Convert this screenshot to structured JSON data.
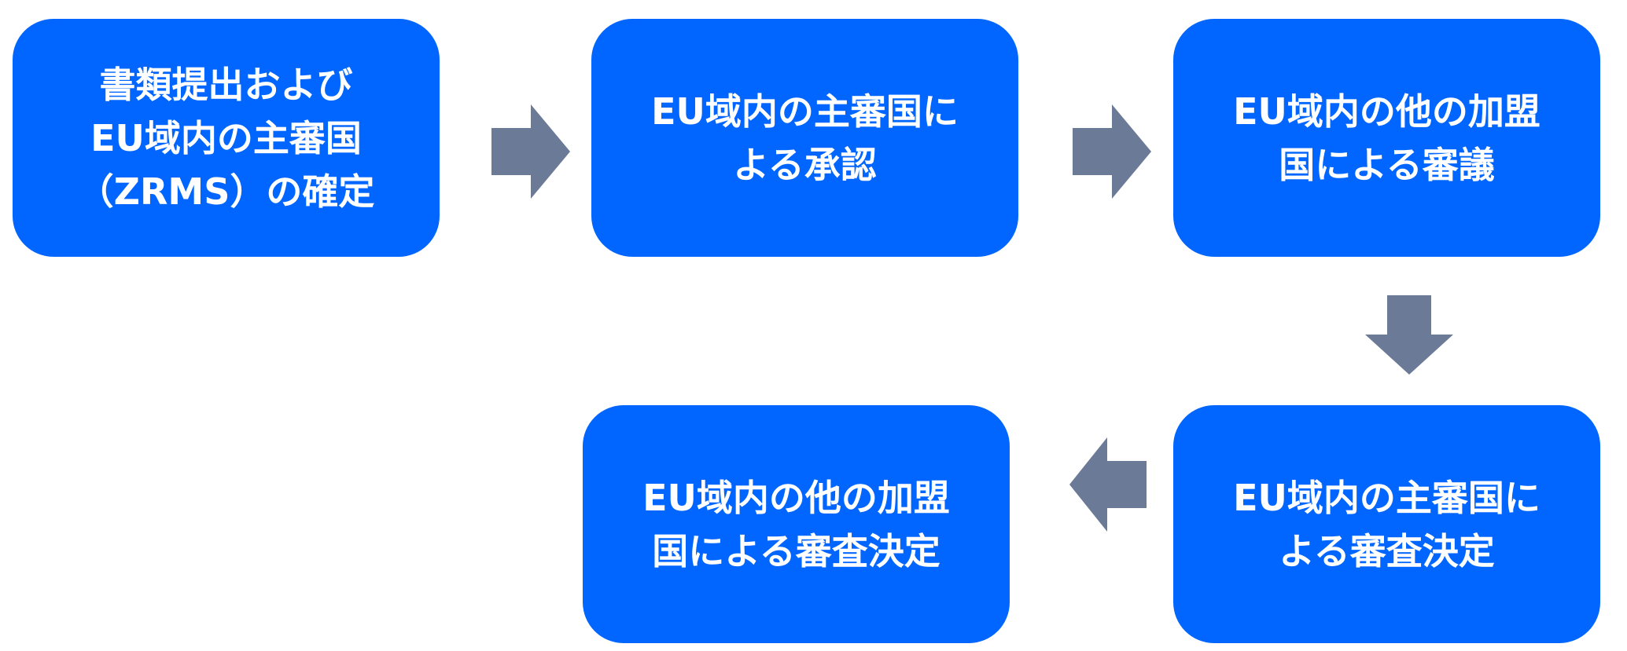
{
  "colors": {
    "box": "#0066ff",
    "arrow": "#6b7a96",
    "text": "#ffffff"
  },
  "steps": [
    {
      "lines": [
        "書類提出および",
        "EU域内の主審国",
        "（ZRMS）の確定"
      ]
    },
    {
      "lines": [
        "EU域内の主審国に",
        "よる承認"
      ]
    },
    {
      "lines": [
        "EU域内の他の加盟",
        "国による審議"
      ]
    },
    {
      "lines": [
        "EU域内の主審国に",
        "よる審査決定"
      ]
    },
    {
      "lines": [
        "EU域内の他の加盟",
        "国による審査決定"
      ]
    }
  ]
}
